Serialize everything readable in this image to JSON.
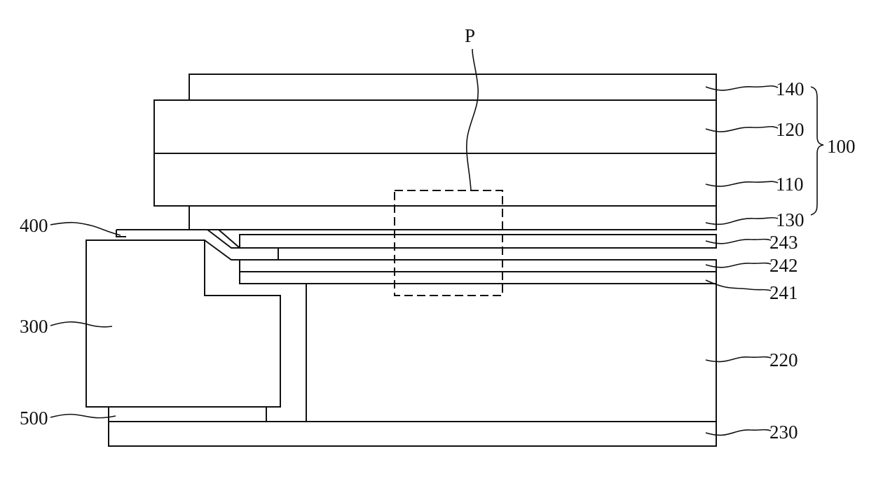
{
  "labels": {
    "p": "P",
    "l140": "140",
    "l120": "120",
    "l100": "100",
    "l110": "110",
    "l130": "130",
    "l243": "243",
    "l242": "242",
    "l241": "241",
    "l220": "220",
    "l230": "230",
    "l400": "400",
    "l300": "300",
    "l500": "500"
  }
}
